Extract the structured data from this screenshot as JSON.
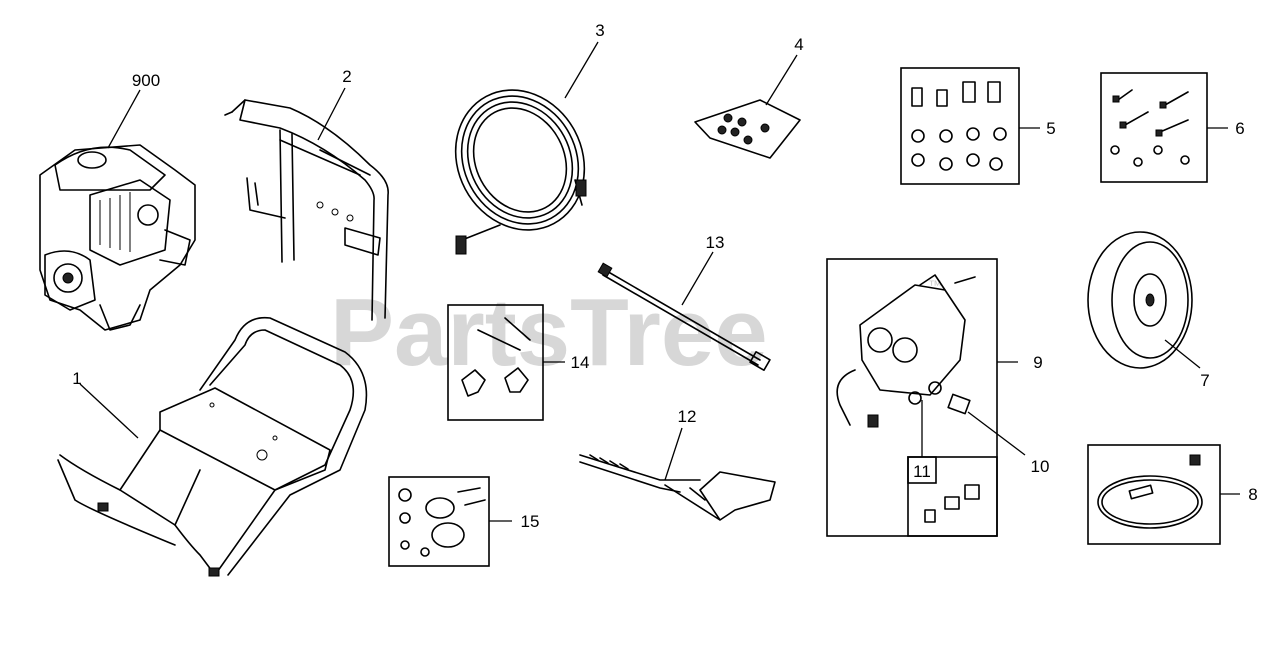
{
  "watermark": {
    "text": "PartsTree",
    "trademark": "™"
  },
  "callouts": {
    "engine": "900",
    "frame": "1",
    "handle": "2",
    "hose": "3",
    "hardware_small": "4",
    "isolator_kit": "5",
    "bolt_kit": "6",
    "wheel": "7",
    "wheel_kit": "8",
    "pump": "9",
    "fitting": "10",
    "fitting_kit": "11",
    "gun": "12",
    "lance": "13",
    "knob_kit": "14",
    "axle_kit": "15"
  }
}
